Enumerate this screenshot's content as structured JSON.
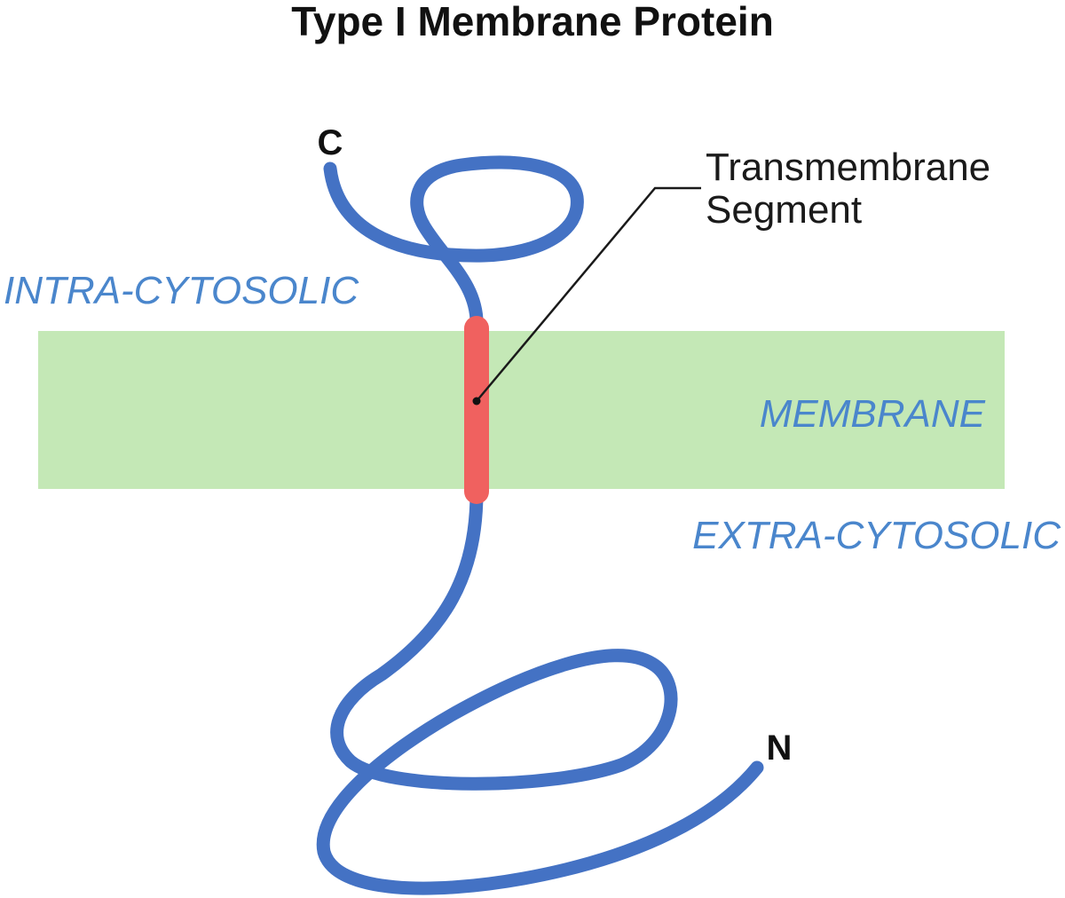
{
  "title": "Type I Membrane Protein",
  "regions": {
    "intra": "INTRA-CYTOSOLIC",
    "membrane": "MEMBRANE",
    "extra": "EXTRA-CYTOSOLIC"
  },
  "termini": {
    "c": "C",
    "n": "N"
  },
  "callout": {
    "line1": "Transmembrane",
    "line2": "Segment"
  },
  "colors": {
    "membrane": "#c4e8b6",
    "chain": "#4472c4",
    "segment": "#f0615f",
    "region_label": "#4a86cc",
    "text": "#111111"
  }
}
